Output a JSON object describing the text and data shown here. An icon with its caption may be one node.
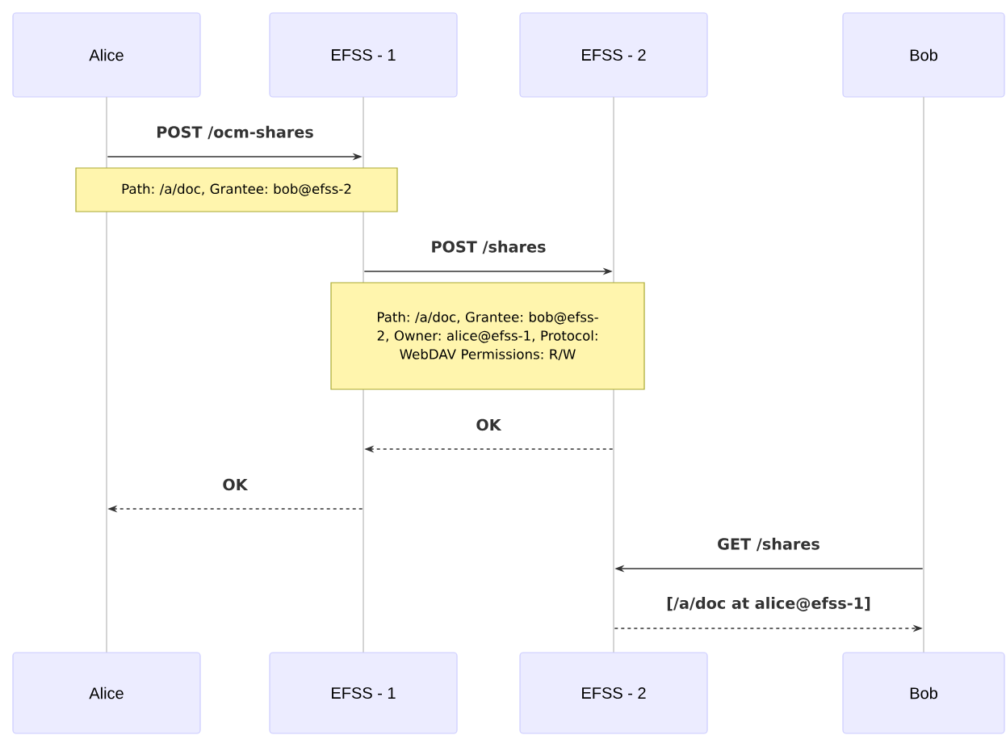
{
  "diagram": {
    "nodes": [
      {
        "text": [
          "Alice"
        ]
      },
      {
        "text": [
          "EFSS - 1"
        ]
      },
      {
        "text": [
          "EFSS - 2"
        ]
      },
      {
        "text": [
          "Bob"
        ]
      },
      {
        "text": [],
        "shape": "line"
      },
      {
        "text": [],
        "shape": "line"
      },
      {
        "text": [],
        "shape": "line"
      },
      {
        "text": [],
        "shape": "line"
      },
      {
        "text": [
          "Path: /a/doc, Grantee: bob@efss-2"
        ]
      },
      {
        "text": [
          "Path: /a/doc, Grantee: bob@efss-2, Owner: alice@efss-1, Protocol: WebDAV Permissions: R/W"
        ]
      },
      {
        "text": [
          "Alice"
        ]
      },
      {
        "text": [
          "EFSS - 1"
        ]
      },
      {
        "text": [
          "EFSS - 2"
        ]
      },
      {
        "text": [
          "Bob"
        ]
      }
    ],
    "edges": [
      {
        "from": 4,
        "to": 5,
        "arrow": "to",
        "label": "POST /ocm-shares"
      },
      {
        "from": 5,
        "to": 6,
        "arrow": "to",
        "label": "POST /shares"
      },
      {
        "from": 6,
        "to": 5,
        "arrow": "to",
        "label": "OK",
        "style": "dashed"
      },
      {
        "from": 5,
        "to": 4,
        "arrow": "to",
        "label": "OK",
        "style": "dashed"
      },
      {
        "from": 7,
        "to": 6,
        "arrow": "to",
        "label": "GET /shares"
      },
      {
        "from": 6,
        "to": 7,
        "arrow": "to",
        "label": "[/a/doc at alice@efss-1]",
        "style": "dashed"
      }
    ]
  }
}
